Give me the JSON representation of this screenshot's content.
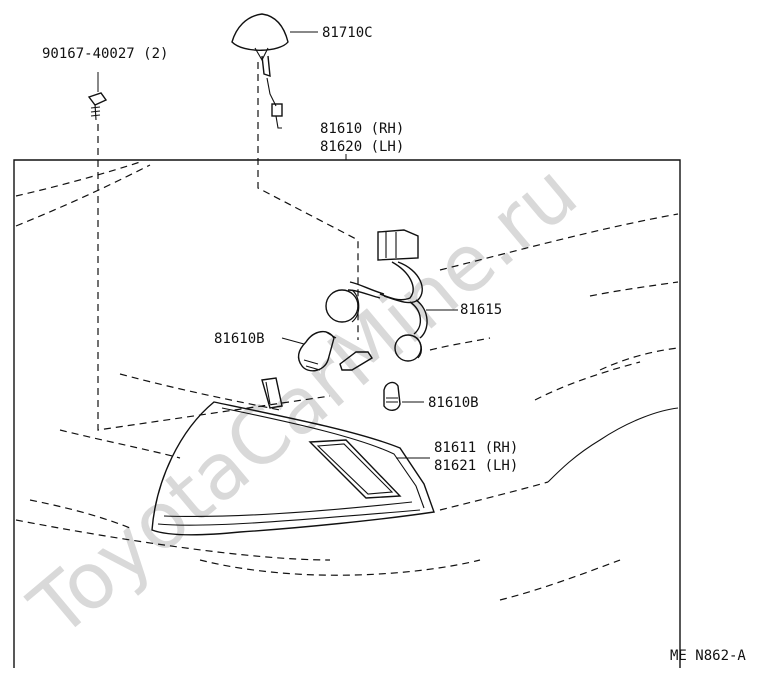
{
  "diagram": {
    "watermark": "ToyotaCarMine.ru",
    "figure_code": "ME N862-A",
    "parts": [
      {
        "id": "screw",
        "label": "90167-40027 (2)"
      },
      {
        "id": "side-marker",
        "label": "81710C"
      },
      {
        "id": "lamp-assembly",
        "label_line1": "81610 (RH)",
        "label_line2": "81620 (LH)"
      },
      {
        "id": "socket-wire",
        "label": "81615"
      },
      {
        "id": "bulb-large",
        "label": "81610B"
      },
      {
        "id": "bulb-small",
        "label": "81610B"
      },
      {
        "id": "lens",
        "label_line1": "81611 (RH)",
        "label_line2": "81621 (LH)"
      }
    ]
  }
}
